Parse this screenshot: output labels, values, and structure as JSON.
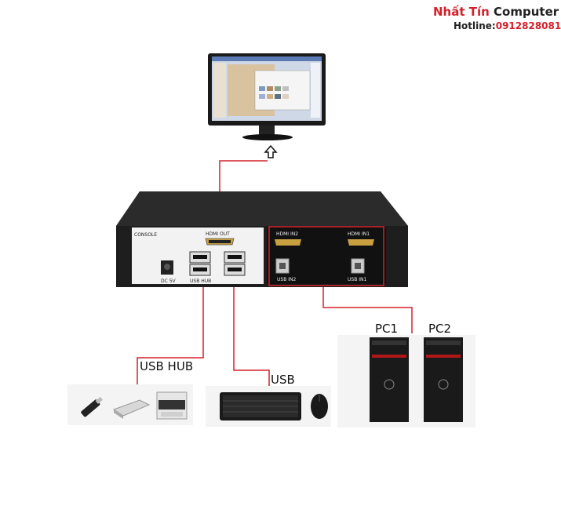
{
  "brand": {
    "name_red": "Nhất Tín",
    "name_dark": "Computer",
    "hotline_label": "Hotline:",
    "hotline_number": "0912828081"
  },
  "switch": {
    "console_label": "CONSOLE",
    "hdmi_out": "HDMI OUT",
    "hdmi_in2": "HDMI IN2",
    "hdmi_in1": "HDMI IN1",
    "usb_in2": "USB IN2",
    "usb_in1": "USB IN1",
    "dc": "DC 5V",
    "usb_hub_port": "USB HUB"
  },
  "labels": {
    "usb_hub": "USB HUB",
    "usb": "USB",
    "pc1": "PC1",
    "pc2": "PC2"
  },
  "colors": {
    "line": "#d4202a",
    "device": "#1e1e1e",
    "panel": "#f2f2f2"
  },
  "icons": [
    "up-arrow-icon"
  ]
}
